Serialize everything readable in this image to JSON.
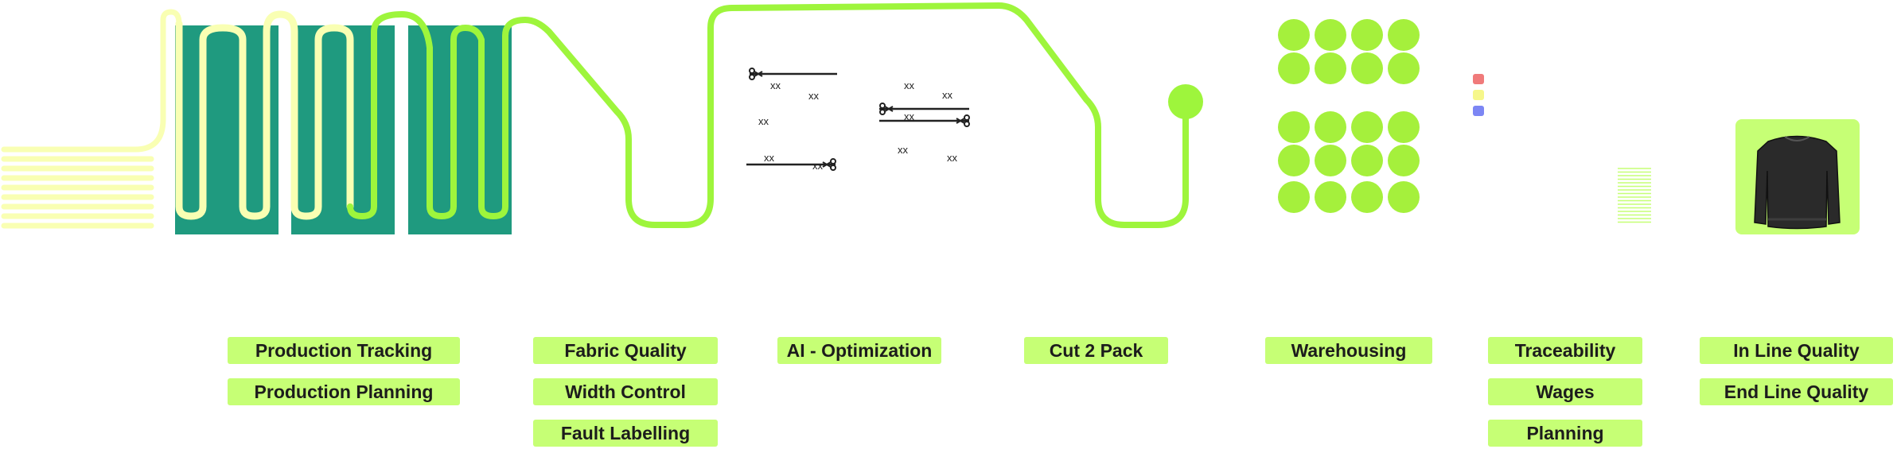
{
  "stations": {
    "production": {
      "labels": [
        "Production Tracking",
        "Production Planning"
      ]
    },
    "fabric": {
      "labels": [
        "Fabric Quality",
        "Width Control",
        "Fault Labelling"
      ]
    },
    "ai": {
      "labels": [
        "AI - Optimization"
      ]
    },
    "cut": {
      "labels": [
        "Cut 2 Pack"
      ]
    },
    "warehouse": {
      "labels": [
        "Warehousing"
      ]
    },
    "traceability": {
      "labels": [
        "Traceability",
        "Wages",
        "Planning"
      ]
    },
    "quality": {
      "labels": [
        "In Line Quality",
        "End Line Quality"
      ]
    }
  },
  "cutting_marks": {
    "text": "xx"
  },
  "icons": {
    "garment": "sweatshirt-icon",
    "scissors": "scissors-icon",
    "thread": "fabric-roll-icon"
  },
  "colors": {
    "thread_pale": "#f9ffb3",
    "thread_green": "#9ef53c",
    "machine_teal": "#1f9a7f",
    "label_bg": "#c6ff75",
    "warehouse_dot": "#a5f03c",
    "legend_red": "#f07a7a",
    "legend_yellow": "#f6f78a",
    "legend_blue": "#7c86f4"
  }
}
